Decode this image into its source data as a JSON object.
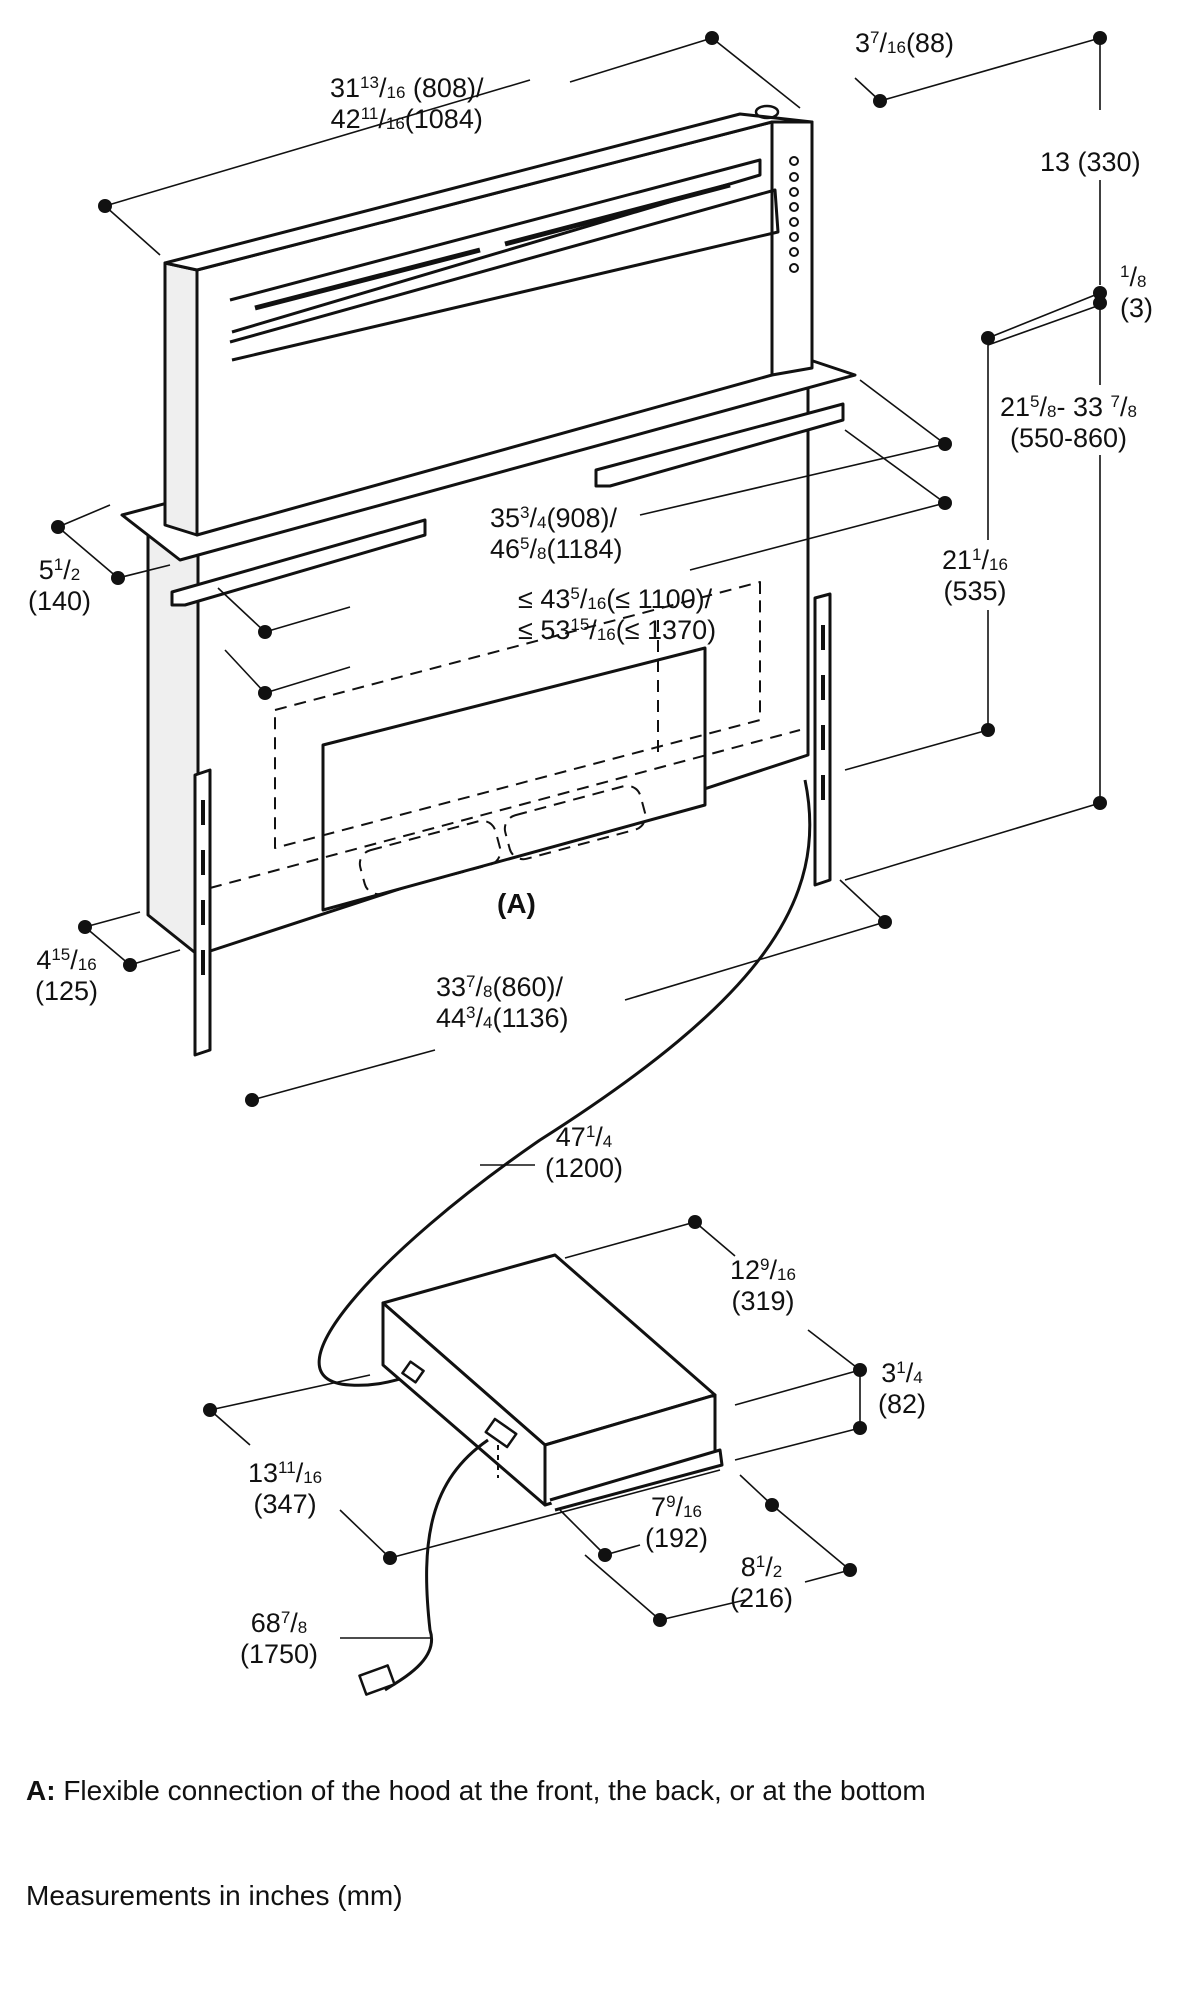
{
  "diagram": {
    "type": "installation-dimension-drawing",
    "subject": "Downdraft ventilation hood with remote blower unit",
    "callout_label": "(A)",
    "units": {
      "primary": "inches",
      "secondary": "mm"
    }
  },
  "dimensions": {
    "hood_width": {
      "line1": {
        "whole": "31",
        "num": "13",
        "den": "16",
        "mm": "(808)/"
      },
      "line2": {
        "whole": "42",
        "num": "11",
        "den": "16",
        "mm": "(1084)"
      }
    },
    "hood_depth_top": {
      "line1": {
        "whole": "3",
        "num": "7",
        "den": "16",
        "mm": "(88)"
      }
    },
    "hood_height_raised": {
      "text": "13 (330)"
    },
    "countertop_gap": {
      "line1": {
        "whole": "",
        "num": "1",
        "den": "8",
        "mm": ""
      },
      "line2": {
        "text": "(3)"
      }
    },
    "install_depth_range": {
      "line1": {
        "text1": "21",
        "num1": "5",
        "den1": "8",
        "mid": "- 33 ",
        "num2": "7",
        "den2": "8"
      },
      "line2": {
        "text": "(550-860)"
      }
    },
    "side_depth": {
      "line1": {
        "whole": "5",
        "num": "1",
        "den": "2",
        "mm": ""
      },
      "line2": {
        "text": "(140)"
      }
    },
    "bracket_span": {
      "line1": {
        "whole": "35",
        "num": "3",
        "den": "4",
        "mm": "(908)/"
      },
      "line2": {
        "whole": "46",
        "num": "5",
        "den": "8",
        "mm": "(1184)"
      }
    },
    "cutout_max": {
      "line1": {
        "prefix": "≤ ",
        "whole": "43",
        "num": "5",
        "den": "16",
        "mm": "(≤ 1100)/"
      },
      "line2": {
        "prefix": "≤ ",
        "whole": "53",
        "num": "15",
        "den": "16",
        "mm": "(≤ 1370)"
      }
    },
    "body_height": {
      "line1": {
        "whole": "21",
        "num": "1",
        "den": "16",
        "mm": ""
      },
      "line2": {
        "text": "(535)"
      }
    },
    "body_depth_bottom": {
      "line1": {
        "whole": "4",
        "num": "15",
        "den": "16",
        "mm": ""
      },
      "line2": {
        "text": "(125)"
      }
    },
    "body_width": {
      "line1": {
        "whole": "33",
        "num": "7",
        "den": "8",
        "mm": "(860)/"
      },
      "line2": {
        "whole": "44",
        "num": "3",
        "den": "4",
        "mm": "(1136)"
      }
    },
    "connection_cable": {
      "line1": {
        "whole": "47",
        "num": "1",
        "den": "4",
        "mm": ""
      },
      "line2": {
        "text": "(1200)"
      }
    },
    "blower_depth": {
      "line1": {
        "whole": "12",
        "num": "9",
        "den": "16",
        "mm": ""
      },
      "line2": {
        "text": "(319)"
      }
    },
    "blower_height": {
      "line1": {
        "whole": "3",
        "num": "1",
        "den": "4",
        "mm": ""
      },
      "line2": {
        "text": "(82)"
      }
    },
    "blower_width": {
      "line1": {
        "whole": "13",
        "num": "11",
        "den": "16",
        "mm": ""
      },
      "line2": {
        "text": "(347)"
      }
    },
    "blower_mount_inner": {
      "line1": {
        "whole": "7",
        "num": "9",
        "den": "16",
        "mm": ""
      },
      "line2": {
        "text": "(192)"
      }
    },
    "blower_mount_outer": {
      "line1": {
        "whole": "8",
        "num": "1",
        "den": "2",
        "mm": ""
      },
      "line2": {
        "text": "(216)"
      }
    },
    "power_cord": {
      "line1": {
        "whole": "68",
        "num": "7",
        "den": "8",
        "mm": ""
      },
      "line2": {
        "text": "(1750)"
      }
    }
  },
  "notes": {
    "a_prefix": "A:",
    "a_text": " Flexible connection of the hood at the front, the back, or at the bottom",
    "units_note": "Measurements in inches (mm)"
  },
  "colors": {
    "line": "#111111",
    "panel_shade": "#efefef",
    "background": "#ffffff"
  }
}
